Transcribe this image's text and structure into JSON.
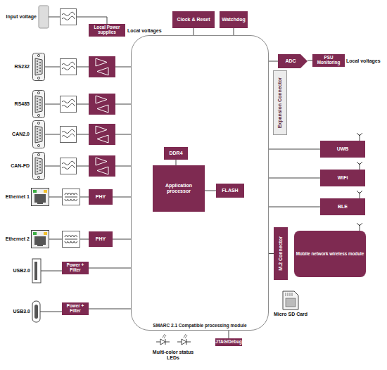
{
  "diagram": {
    "caption": "SMARC 2.1 Compatible processing module",
    "nodes": [
      {
        "text": [
          "SMARC 2.1 Compatible processing module"
        ]
      },
      {
        "text": [
          "DDR4"
        ],
        "in": 0
      },
      {
        "text": [
          "Application processor"
        ],
        "in": 0
      },
      {
        "text": [
          "FLASH"
        ],
        "in": 0
      },
      {
        "text": [
          "Clock & Reset"
        ]
      },
      {
        "text": [
          "Watchdog"
        ]
      },
      {
        "text": [
          "Local Power supplies"
        ]
      },
      {
        "text": [
          "RS232 Buffer"
        ]
      },
      {
        "text": [
          "RS485 Buffer"
        ]
      },
      {
        "text": [
          "CAN Transceiver"
        ]
      },
      {
        "text": [
          "CAN Transceiver"
        ]
      },
      {
        "text": [
          "PHY"
        ]
      },
      {
        "text": [
          "PHY"
        ]
      },
      {
        "text": [
          "Power + Filter"
        ]
      },
      {
        "text": [
          "Power + Filter"
        ]
      },
      {
        "text": [
          "ADC"
        ]
      },
      {
        "text": [
          "PSU Monitoring"
        ]
      },
      {
        "text": [
          "Expansion Connector"
        ]
      },
      {
        "text": [
          "UWB"
        ]
      },
      {
        "text": [
          "WiFi"
        ]
      },
      {
        "text": [
          "BLE"
        ]
      },
      {
        "text": [
          "M.2 Connector"
        ]
      },
      {
        "text": [
          "Mobile network wireless module"
        ]
      },
      {
        "text": [
          "JTAG/Debug"
        ]
      }
    ],
    "edges": [
      {
        "from": 1,
        "to": 2,
        "arrow": "none"
      },
      {
        "from": 2,
        "to": 3,
        "arrow": "none"
      },
      {
        "from": 4,
        "to": 0,
        "arrow": "none"
      },
      {
        "from": 5,
        "to": 0,
        "arrow": "none"
      },
      {
        "from": 7,
        "to": 0,
        "arrow": "none"
      },
      {
        "from": 8,
        "to": 0,
        "arrow": "none"
      },
      {
        "from": 9,
        "to": 0,
        "arrow": "none"
      },
      {
        "from": 10,
        "to": 0,
        "arrow": "none"
      },
      {
        "from": 11,
        "to": 0,
        "arrow": "none"
      },
      {
        "from": 12,
        "to": 0,
        "arrow": "none"
      },
      {
        "from": 13,
        "to": 0,
        "arrow": "none"
      },
      {
        "from": 14,
        "to": 0,
        "arrow": "none"
      },
      {
        "from": 0,
        "to": 15,
        "arrow": "none"
      },
      {
        "from": 15,
        "to": 16,
        "arrow": "none"
      },
      {
        "from": 0,
        "to": 18,
        "arrow": "none"
      },
      {
        "from": 0,
        "to": 19,
        "arrow": "none"
      },
      {
        "from": 0,
        "to": 20,
        "arrow": "none"
      },
      {
        "from": 21,
        "to": 0,
        "arrow": "none"
      },
      {
        "from": 0,
        "to": 23,
        "arrow": "none"
      }
    ],
    "labels": [
      "Input voltage",
      "Local voltages",
      "RS232",
      "RS485",
      "CAN2.0",
      "CAN-FD",
      "Ethernet 1",
      "Ethernet 2",
      "USB2.0",
      "USB3.0",
      "Local voltages",
      "Micro SD Card",
      "Multi-color status LEDs"
    ]
  }
}
